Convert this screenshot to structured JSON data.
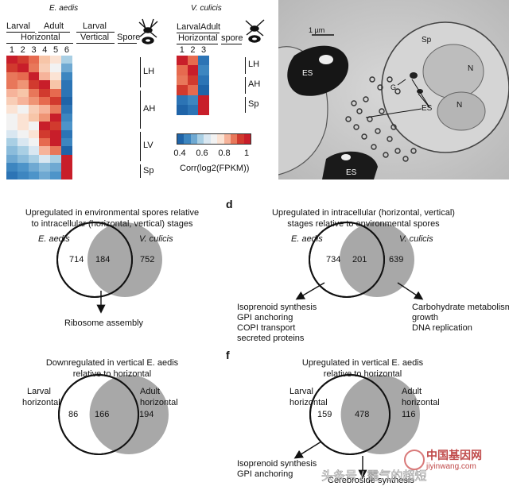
{
  "heatmap_left": {
    "title": "E. aedis",
    "group_larval": "Larval",
    "group_adult": "Adult",
    "group_horizontal": "Horizontal",
    "group_larval2": "Larval",
    "group_vertical": "Vertical",
    "group_spore": "Spore",
    "columns": [
      "1",
      "2",
      "3",
      "4",
      "5",
      "6"
    ],
    "row_groups": [
      "LH",
      "AH",
      "LV",
      "Sp"
    ],
    "rows": [
      [
        "#c81e2a",
        "#d13a2e",
        "#e66a4f",
        "#f7c5a8",
        "#fbe3d4",
        "#a9cfe4"
      ],
      [
        "#d13a2e",
        "#c81e2a",
        "#e8775a",
        "#f8cdb6",
        "#f2f2f2",
        "#6fa9d2"
      ],
      [
        "#e8775a",
        "#e66a4f",
        "#c81e2a",
        "#f6b39a",
        "#fbe3d4",
        "#3d86c0"
      ],
      [
        "#e8775a",
        "#ef9475",
        "#d13a2e",
        "#c81e2a",
        "#f7c5a8",
        "#2c74b5"
      ],
      [
        "#f6b39a",
        "#f7c5a8",
        "#e8775a",
        "#d13a2e",
        "#e66a4f",
        "#2c74b5"
      ],
      [
        "#f8cdb6",
        "#f6b39a",
        "#ef9475",
        "#e66a4f",
        "#d13a2e",
        "#1f64a8"
      ],
      [
        "#fbe3d4",
        "#f2f2f2",
        "#f8cdb6",
        "#f6b39a",
        "#e8775a",
        "#2c74b5"
      ],
      [
        "#f2f2f2",
        "#fbe3d4",
        "#f7c5a8",
        "#ef9475",
        "#c81e2a",
        "#3d86c0"
      ],
      [
        "#f2f2f2",
        "#fbe3d4",
        "#f2f2f2",
        "#c81e2a",
        "#d13a2e",
        "#4d94c9"
      ],
      [
        "#d9e7f1",
        "#f2f2f2",
        "#fbe3d4",
        "#d13a2e",
        "#c81e2a",
        "#2c74b5"
      ],
      [
        "#a9cfe4",
        "#d9e7f1",
        "#f2f2f2",
        "#e66a4f",
        "#c81e2a",
        "#3d86c0"
      ],
      [
        "#8bbcdb",
        "#a9cfe4",
        "#d9e7f1",
        "#f6b39a",
        "#e8775a",
        "#1f64a8"
      ],
      [
        "#6fa9d2",
        "#8bbcdb",
        "#a9cfe4",
        "#d9e7f1",
        "#a9cfe4",
        "#c81e2a"
      ],
      [
        "#3d86c0",
        "#4d94c9",
        "#6fa9d2",
        "#8bbcdb",
        "#6fa9d2",
        "#c81e2a"
      ],
      [
        "#2c74b5",
        "#3d86c0",
        "#4d94c9",
        "#6fa9d2",
        "#4d94c9",
        "#c81e2a"
      ]
    ]
  },
  "heatmap_right": {
    "title": "V. culicis",
    "group_larval": "Larval",
    "group_adult": "Adult",
    "group_horizontal": "Horizontal",
    "group_spore": "spore",
    "columns": [
      "1",
      "2",
      "3"
    ],
    "row_groups": [
      "LH",
      "AH",
      "Sp"
    ],
    "rows": [
      [
        "#c81e2a",
        "#e66a4f",
        "#2c74b5"
      ],
      [
        "#e66a4f",
        "#c81e2a",
        "#3d86c0"
      ],
      [
        "#e8775a",
        "#d13a2e",
        "#2c74b5"
      ],
      [
        "#d13a2e",
        "#e66a4f",
        "#1f64a8"
      ],
      [
        "#2c74b5",
        "#3d86c0",
        "#c81e2a"
      ],
      [
        "#1f64a8",
        "#2c74b5",
        "#c81e2a"
      ]
    ]
  },
  "colorbar": {
    "ticks": [
      "0.4",
      "0.6",
      "0.8",
      "1"
    ],
    "label": "Corr(log2(FPKM))",
    "colors": [
      "#1f64a8",
      "#3d86c0",
      "#6fa9d2",
      "#a9cfe4",
      "#d9e7f1",
      "#f2f2f2",
      "#fbe3d4",
      "#f6b39a",
      "#e8775a",
      "#d13a2e",
      "#c81e2a"
    ]
  },
  "micrograph": {
    "scale": "1 µm",
    "labels": [
      "Sp",
      "N",
      "N",
      "ES",
      "ES",
      "ES",
      "G"
    ]
  },
  "panel_c": {
    "title_line1": "Upregulated in environmental spores relative",
    "title_line2": "to intracellular (horizontal, vertical) stages",
    "left_name": "E. aedis",
    "right_name": "V. culicis",
    "left_only": "714",
    "overlap": "184",
    "right_only": "752",
    "result": "Ribosome assembly"
  },
  "panel_d": {
    "letter": "d",
    "title_line1": "Upregulated in intracellular (horizontal, vertical)",
    "title_line2": "stages relative to environmental spores",
    "left_name": "E. aedis",
    "right_name": "V. culicis",
    "left_only": "734",
    "overlap": "201",
    "right_only": "639",
    "left_results": [
      "Isoprenoid synthesis",
      "GPI anchoring",
      "COPI transport",
      "secreted proteins"
    ],
    "right_results": [
      "Carbohydrate metabolism",
      "growth",
      "DNA replication"
    ]
  },
  "panel_e": {
    "title_line1": "Downregulated in vertical E. aedis",
    "title_line2": "relative to horizontal",
    "left_name_1": "Larval",
    "left_name_2": "horizontal",
    "right_name_1": "Adult",
    "right_name_2": "horizontal",
    "left_only": "86",
    "overlap": "166",
    "right_only": "194"
  },
  "panel_f": {
    "letter": "f",
    "title_line1": "Upregulated in vertical E. aedis",
    "title_line2": "relative to horizontal",
    "left_name_1": "Larval",
    "left_name_2": "horizontal",
    "right_name_1": "Adult",
    "right_name_2": "horizontal",
    "left_only": "159",
    "overlap": "478",
    "right_only": "116",
    "left_results": [
      "Isoprenoid synthesis",
      "GPI anchoring"
    ],
    "mid_result": "Cerebroside synthesis"
  },
  "watermark": {
    "text": "头条号 / 霸气的超短",
    "site": "中国基因网",
    "site_url": "jiyinwang.com"
  },
  "colors": {
    "venn_fill": "#a8a8a8",
    "text": "#111111"
  }
}
